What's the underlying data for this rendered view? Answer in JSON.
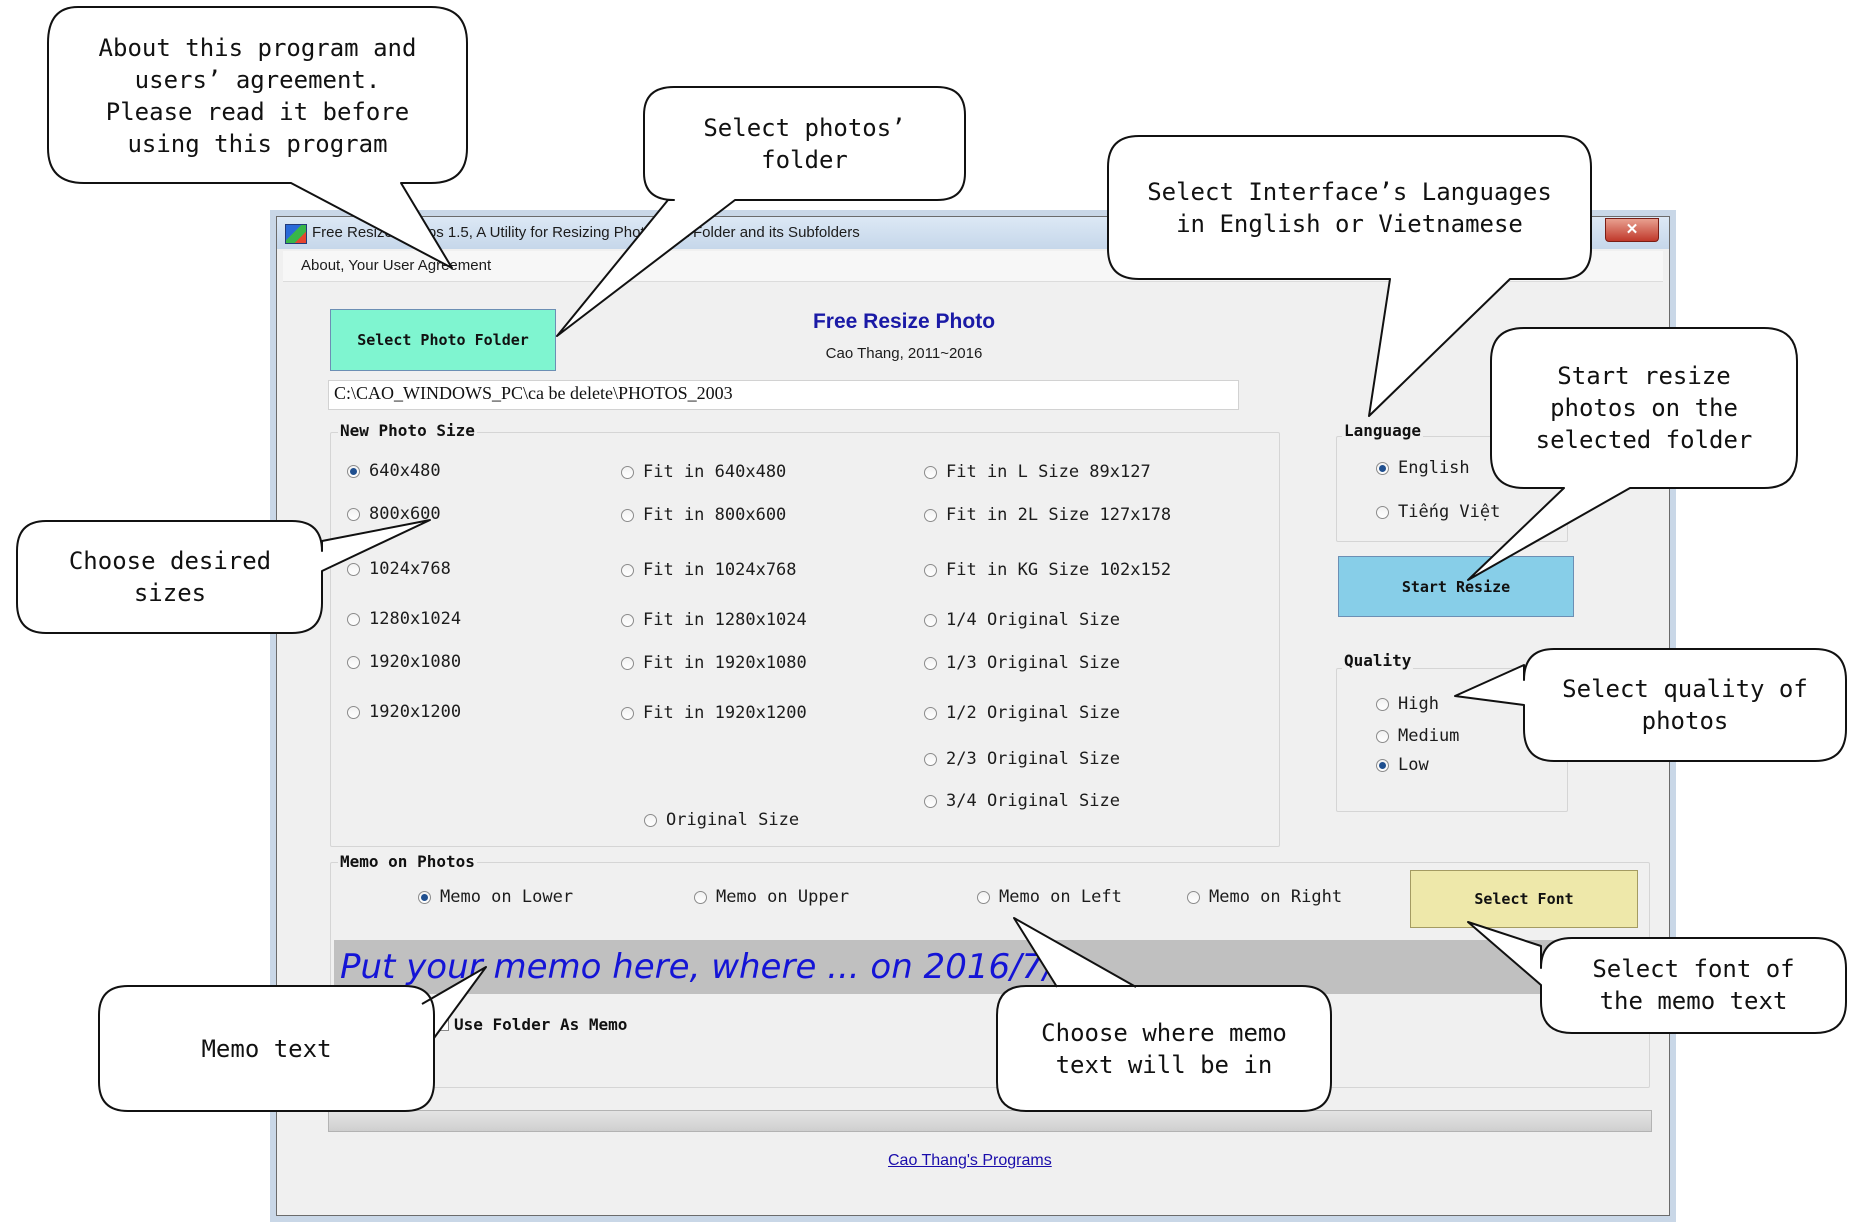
{
  "window": {
    "title": "Free Resize Photos 1.5, A Utility for Resizing Photos in a Folder and its Subfolders",
    "close_symbol": "✕",
    "menu": "About, Your User Agreement"
  },
  "header": {
    "app_name": "Free Resize Photo",
    "author": "Cao Thang, 2011~2016"
  },
  "buttons": {
    "select_folder": "Select Photo Folder",
    "start_resize": "Start Resize",
    "select_font": "Select Font"
  },
  "folder_path": "C:\\CAO_WINDOWS_PC\\ca be delete\\PHOTOS_2003",
  "size_group": {
    "label": "New Photo Size",
    "col1": [
      "640x480",
      "800x600",
      "1024x768",
      "1280x1024",
      "1920x1080",
      "1920x1200"
    ],
    "col2": [
      "Fit in 640x480",
      "Fit in 800x600",
      "Fit in 1024x768",
      "Fit in 1280x1024",
      "Fit in 1920x1080",
      "Fit in 1920x1200"
    ],
    "col3": [
      "Fit in L Size 89x127",
      "Fit in 2L Size 127x178",
      "Fit in KG Size 102x152",
      "1/4 Original Size",
      "1/3 Original Size",
      "1/2 Original Size",
      "2/3 Original Size",
      "3/4 Original Size"
    ],
    "original": "Original Size",
    "selected": "640x480"
  },
  "language_group": {
    "label": "Language",
    "options": [
      "English",
      "Tiếng Việt"
    ],
    "selected": "English"
  },
  "quality_group": {
    "label": "Quality",
    "options": [
      "High",
      "Medium",
      "Low"
    ],
    "selected": "Low"
  },
  "memo_group": {
    "label": "Memo on Photos",
    "options": [
      "Memo on Lower",
      "Memo on Upper",
      "Memo on Left",
      "Memo on Right"
    ],
    "selected": "Memo on Lower",
    "memo_text": "Put your memo here, where ... on 2016/7/1",
    "use_folder_label": "Use Folder As Memo"
  },
  "footer_link": "Cao Thang's Programs",
  "callouts": {
    "about": "About this program and\nusers’ agreement.\nPlease read it before\nusing this program",
    "select_folder": "Select photos’\nfolder",
    "language": "Select Interface’s Languages\nin English or Vietnamese",
    "start": "Start resize\nphotos on the\nselected folder",
    "sizes": "Choose desired\nsizes",
    "quality": "Select quality of\nphotos",
    "font": "Select font of\nthe memo text",
    "memo_text": "Memo text",
    "memo_position": "Choose where memo\ntext will be in"
  },
  "colors": {
    "select_folder_btn": "#7ff5d0",
    "start_btn": "#87cee8",
    "select_font_btn": "#eee8aa",
    "memo_text": "#1414d6",
    "title_blue": "#1a1aa6"
  }
}
